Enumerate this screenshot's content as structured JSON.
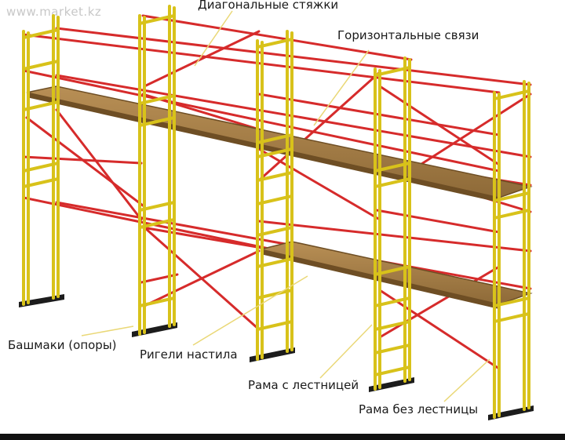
{
  "watermark": "www.market.kz",
  "labels": {
    "diagonal_ties": "Диагональные стяжки",
    "horizontal_links": "Горизонтальные связи",
    "base_shoes": "Башмаки (опоры)",
    "deck_beams": "Ригели настила",
    "ladder_frame": "Рама с лестницей",
    "plain_frame": "Рама без лестницы"
  },
  "colors": {
    "frame": "#d8c21a",
    "frame_dark": "#8c7a08",
    "brace": "#d62b2b",
    "deck": "#a8804a",
    "deck_edge": "#6e4e24",
    "base": "#1c1c1c",
    "leader": "#ead877"
  }
}
